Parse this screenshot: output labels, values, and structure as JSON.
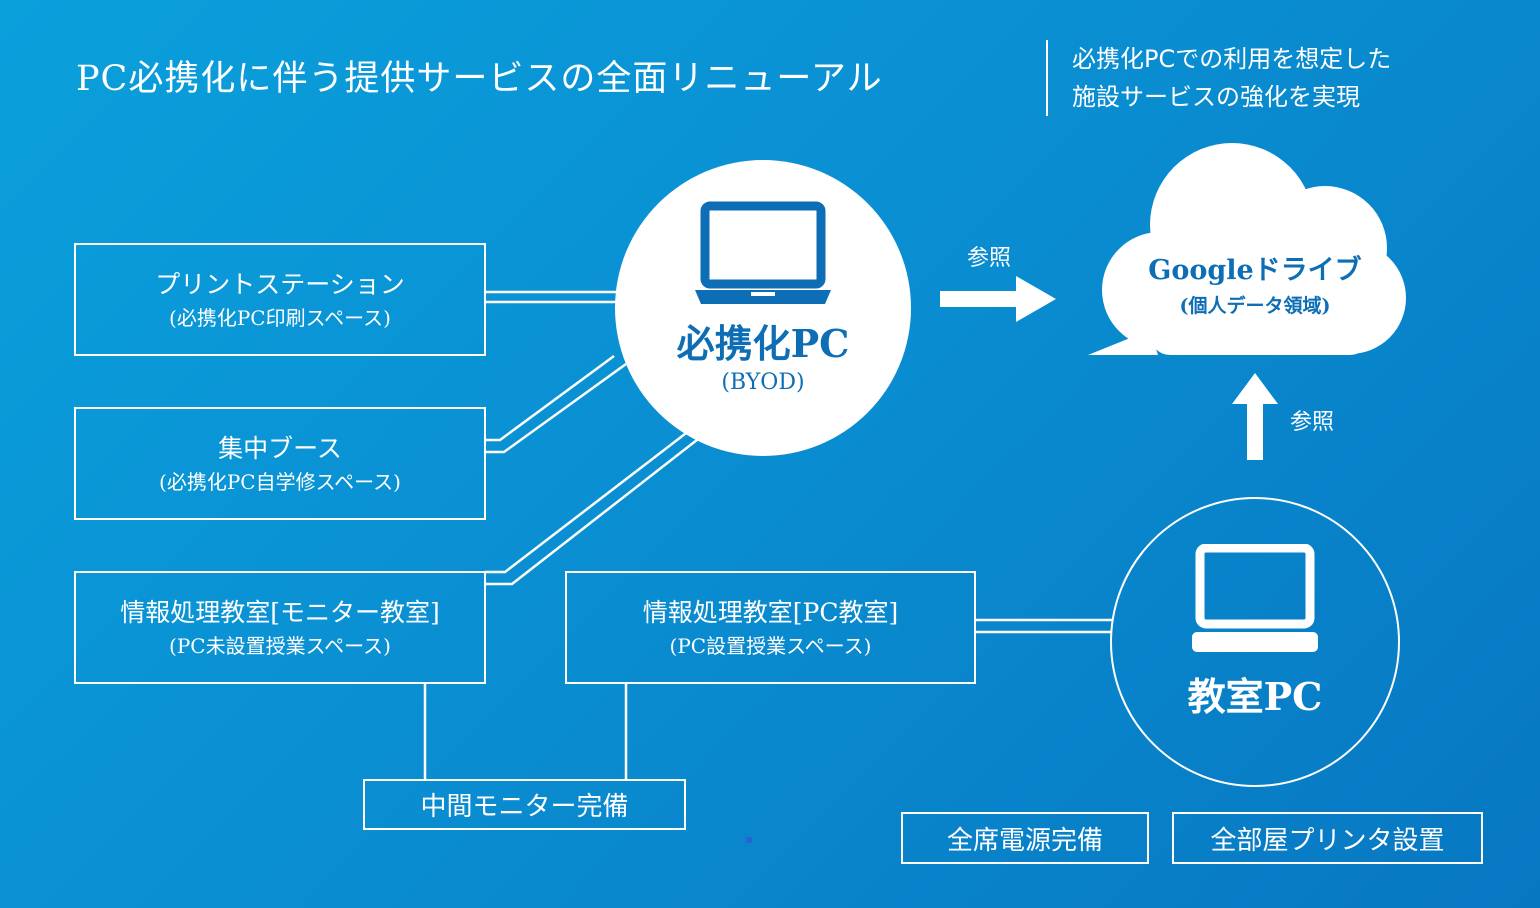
{
  "header": {
    "title": "PC必携化に伴う提供サービスの全面リニューアル",
    "subtitle_line1": "必携化PCでの利用を想定した",
    "subtitle_line2": "施設サービスの強化を実現"
  },
  "byod_pc": {
    "title": "必携化PC",
    "sub": "(BYOD)"
  },
  "classroom_pc": {
    "title": "教室PC"
  },
  "cloud": {
    "title": "Googleドライブ",
    "sub": "(個人データ領域)"
  },
  "arrows": {
    "right_label": "参照",
    "up_label": "参照"
  },
  "services": [
    {
      "main": "プリントステーション",
      "sub": "(必携化PC印刷スペース)"
    },
    {
      "main": "集中ブース",
      "sub": "(必携化PC自学修スペース)"
    },
    {
      "main": "情報処理教室[モニター教室]",
      "sub": "(PC未設置授業スペース)"
    },
    {
      "main": "情報処理教室[PC教室]",
      "sub": "(PC設置授業スペース)"
    }
  ],
  "tags": {
    "monitor": "中間モニター完備",
    "power": "全席電源完備",
    "printer": "全部屋プリンタ設置"
  },
  "colors": {
    "background": "#0a8fd2",
    "accent": "#0d6eb5",
    "foreground": "#ffffff"
  }
}
